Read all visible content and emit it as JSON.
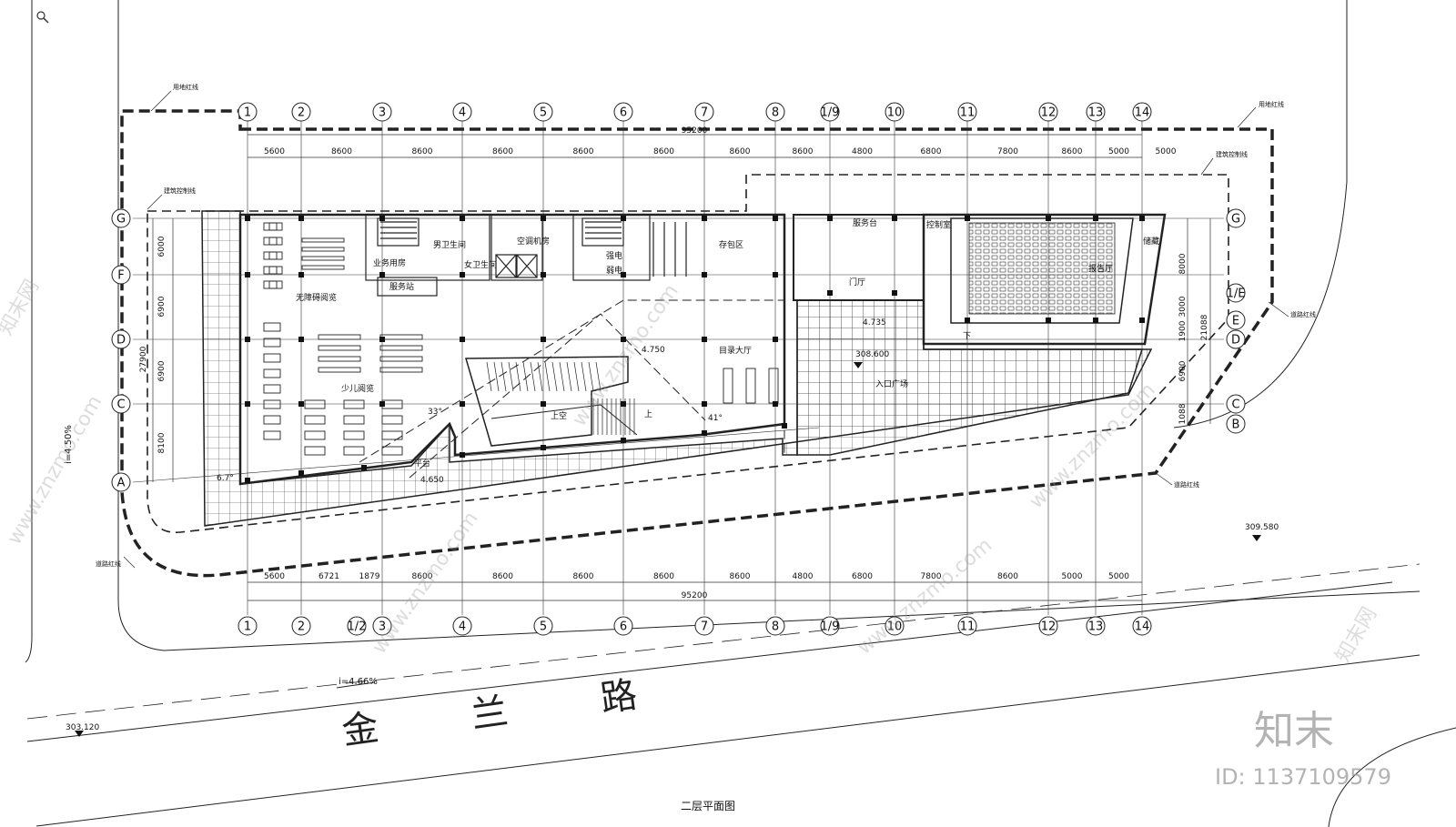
{
  "drawing": {
    "title": "二层平面图",
    "road_name": [
      "金",
      "兰",
      "路"
    ],
    "slope_road": "i=4.66%",
    "slope_left": "i=4.50%",
    "elevations": {
      "right": "309.580",
      "left_bottom": "303.120",
      "entrance": "308.600",
      "e1": "4.750",
      "e2": "4.735",
      "e3": "4.650",
      "e4": "4.750"
    },
    "top_total": "95200",
    "bottom_total": "95200",
    "left_total": "27900",
    "right_total": "21088",
    "top_dims": [
      "5600",
      "8600",
      "8600",
      "8600",
      "8600",
      "8600",
      "8600",
      "8600",
      "4800",
      "6800",
      "7800",
      "8600",
      "5000",
      "5000"
    ],
    "bottom_dims": [
      "5600",
      "6721",
      "1879",
      "8600",
      "8600",
      "8600",
      "8600",
      "8600",
      "4800",
      "6800",
      "7800",
      "8600",
      "5000",
      "5000"
    ],
    "left_dims": [
      "6000",
      "6900",
      "6900",
      "8100"
    ],
    "right_dims": [
      "8000",
      "3000",
      "1900",
      "6900",
      "1088"
    ],
    "top_axes": [
      "1",
      "2",
      "3",
      "4",
      "5",
      "6",
      "7",
      "8",
      "1/9",
      "10",
      "11",
      "12",
      "13",
      "14"
    ],
    "bottom_axes": [
      "1",
      "2",
      "1/2",
      "3",
      "4",
      "5",
      "6",
      "7",
      "8",
      "1/9",
      "10",
      "11",
      "12",
      "13",
      "14"
    ],
    "left_axes": [
      "G",
      "F",
      "D",
      "C",
      "A"
    ],
    "right_axes": [
      "G",
      "1/E",
      "E",
      "D",
      "C",
      "B"
    ],
    "boundary_labels": {
      "site_redline_1": "用地红线",
      "site_redline_2": "用地红线",
      "build_control_1": "建筑控制线",
      "build_control_2": "建筑控制线",
      "road_redline_1": "道路红线",
      "road_redline_2": "道路红线",
      "road_redline_3": "道路红线"
    },
    "rooms": {
      "barrier_free": "无障碍阅览",
      "children": "少儿阅览",
      "business": "业务用房",
      "service_station": "服务站",
      "men_wc": "男卫生间",
      "women_wc": "女卫生间",
      "hvac": "空调机房",
      "strong_elec": "强电",
      "weak_elec": "弱电",
      "storage": "存包区",
      "catalog_hall": "目录大厅",
      "service_desk": "服务台",
      "lobby": "门厅",
      "control_room": "控制室",
      "report_hall": "报告厅",
      "storage2": "储藏",
      "entrance_plaza": "入口广场",
      "void1": "上空",
      "up": "上",
      "down": "下",
      "platform": "平台"
    },
    "angles": {
      "a1": "33°",
      "a2": "41°",
      "a3": "6.7°"
    }
  },
  "watermark": {
    "text": "www.znzmo.com",
    "logo": "知末",
    "id": "ID: 1137109579",
    "site": "知末网"
  }
}
